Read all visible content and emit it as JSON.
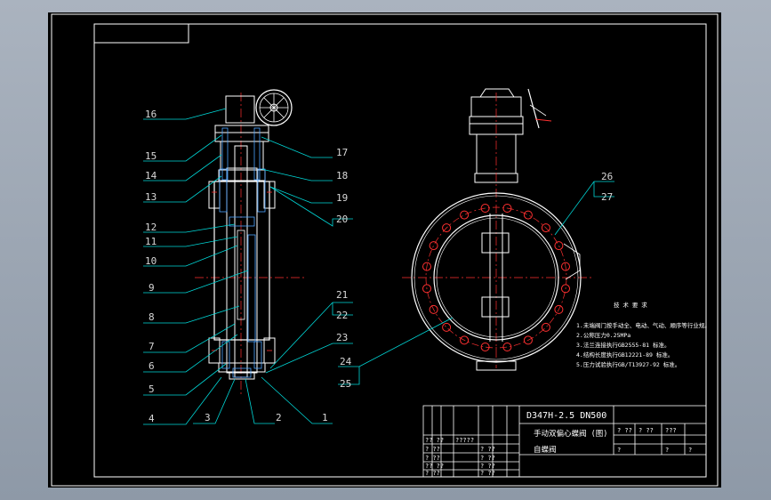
{
  "drawing": {
    "part_numbers": {
      "p16": "16",
      "p15": "15",
      "p14": "14",
      "p13": "13",
      "p12": "12",
      "p11": "11",
      "p10": "10",
      "p9": "9",
      "p8": "8",
      "p7": "7",
      "p6": "6",
      "p5": "5",
      "p4": "4",
      "p3": "3",
      "p2": "2",
      "p1": "1",
      "p17": "17",
      "p18": "18",
      "p19": "19",
      "p20": "20",
      "p21": "21",
      "p22": "22",
      "p23": "23",
      "p24": "24",
      "p25": "25",
      "p26": "26",
      "p27": "27"
    },
    "technical_requirements": {
      "title": "技 术 要 求",
      "items": [
        "1.未端阀门按手动全、电动、气动、顺序等行业规。",
        "2.公称压力0.25MPa",
        "3.法兰连接执行GB2555-81 标准。",
        "4.结构长度执行GB12221-89 标准。",
        "5.压力试验执行GB/T13927-92 标准。"
      ]
    },
    "title_block": {
      "model": "D347H-2.5 DN500",
      "name_line1": "手动双偏心蝶阀 (图)",
      "name_line2": "自蝶阀",
      "small_cells": [
        "?? ??",
        "?????",
        "? ??",
        "? ??",
        "? ??",
        "? ??",
        "?? ??",
        "? ??",
        "? ??",
        "? ??",
        "? ??",
        "? ??",
        "???",
        "?",
        "?",
        "?"
      ]
    }
  },
  "colors": {
    "frame": "#ffffff",
    "leader": "#00d7d7",
    "label": "#d8d8d8",
    "body": "#ffffff",
    "bolt": "#ff3030",
    "center": "#ff3030",
    "hatch": "#4da3ff"
  }
}
